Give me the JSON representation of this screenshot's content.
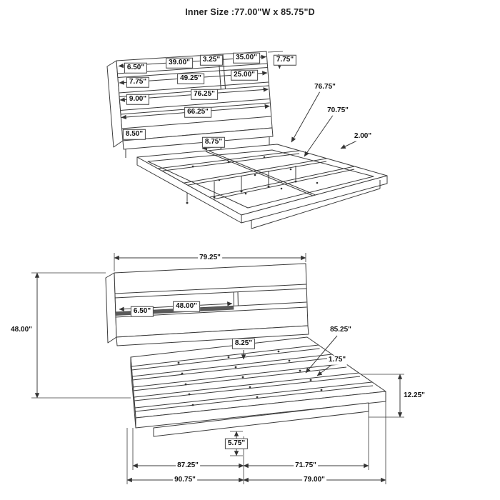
{
  "title": "Inner Size :77.00\"W x 85.75\"D",
  "colors": {
    "ink": "#3b3b3b",
    "background": "#ffffff"
  },
  "top_view": {
    "description": "bed frame perspective view with headboard shelf dimensions",
    "labels": {
      "l650": "6.50\"",
      "l3900": "39.00\"",
      "l325": "3.25\"",
      "l3500": "35.00\"",
      "l775_right": "7.75\"",
      "l775": "7.75\"",
      "l4925": "49.25\"",
      "l2500": "25.00\"",
      "l900": "9.00\"",
      "l7625": "76.25\"",
      "l6625": "66.25\"",
      "l850": "8.50\"",
      "l875": "8.75\"",
      "l7675": "76.75\"",
      "l7075": "70.75\"",
      "l200": "2.00\""
    }
  },
  "bottom_view": {
    "description": "bed frame perspective view with overall width, depth and height dimensions",
    "labels": {
      "l7925": "79.25\"",
      "l4800_left": "48.00\"",
      "l650": "6.50\"",
      "l4800": "48.00\"",
      "l825": "8.25\"",
      "l8525": "85.25\"",
      "l175": "1.75\"",
      "l1225": "12.25\"",
      "l575": "5.75\"",
      "l8725": "87.25\"",
      "l7175": "71.75\"",
      "l9075": "90.75\"",
      "l7900": "79.00\""
    }
  }
}
